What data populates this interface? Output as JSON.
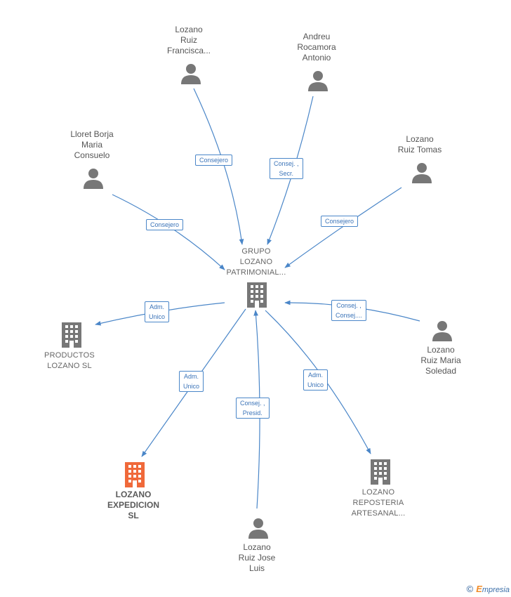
{
  "center": {
    "label": "GRUPO\nLOZANO\nPATRIMONIAL..."
  },
  "persons": [
    {
      "id": "p1",
      "label": "Lozano\nRuiz\nFrancisca..."
    },
    {
      "id": "p2",
      "label": "Andreu\nRocamora\nAntonio"
    },
    {
      "id": "p3",
      "label": "Lloret Borja\nMaria\nConsuelo"
    },
    {
      "id": "p4",
      "label": "Lozano\nRuiz Tomas"
    },
    {
      "id": "p5",
      "label": "Lozano\nRuiz Maria\nSoledad"
    },
    {
      "id": "p6",
      "label": "Lozano\nRuiz Jose\nLuis"
    }
  ],
  "companies": [
    {
      "id": "c1",
      "label": "PRODUCTOS\nLOZANO  SL",
      "highlight": false
    },
    {
      "id": "c2",
      "label": "LOZANO\nEXPEDICION\nSL",
      "highlight": true
    },
    {
      "id": "c3",
      "label": "LOZANO\nREPOSTERIA\nARTESANAL...",
      "highlight": false
    }
  ],
  "relations": [
    {
      "id": "r1",
      "label": "Consejero"
    },
    {
      "id": "r2",
      "label": "Consej. ,\nSecr."
    },
    {
      "id": "r3",
      "label": "Consejero"
    },
    {
      "id": "r4",
      "label": "Consejero"
    },
    {
      "id": "r5",
      "label": "Adm.\nUnico"
    },
    {
      "id": "r6",
      "label": "Consej. ,\nConsej...."
    },
    {
      "id": "r7",
      "label": "Adm.\nUnico"
    },
    {
      "id": "r8",
      "label": "Consej. ,\nPresid."
    },
    {
      "id": "r9",
      "label": "Adm.\nUnico"
    }
  ],
  "colors": {
    "edge": "#4a86c8",
    "person_icon": "#777777",
    "building_icon": "#777777",
    "highlight_building": "#f0693a"
  },
  "footer": {
    "copyright": "©",
    "brand_first": "E",
    "brand_rest": "mpresia"
  }
}
